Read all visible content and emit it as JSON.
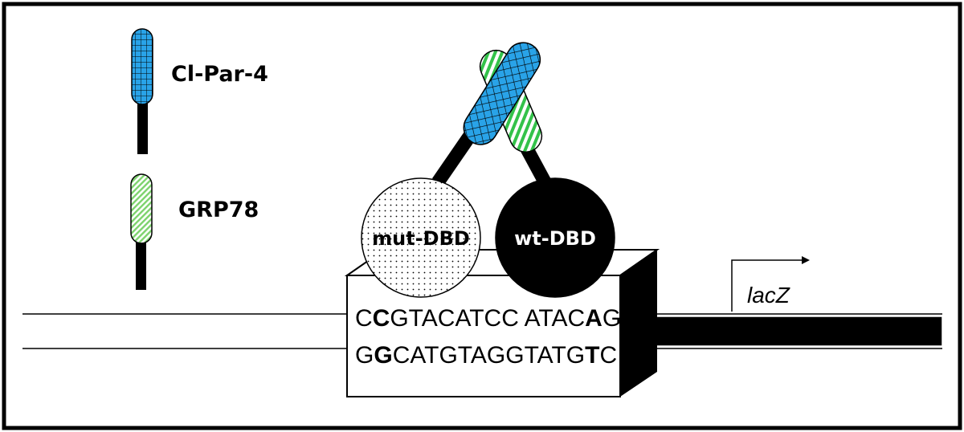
{
  "legend": {
    "items": [
      {
        "label": "Cl-Par-4",
        "pattern": "grid",
        "color": "#29a3e8"
      },
      {
        "label": "GRP78",
        "pattern": "hatch",
        "color": "#7dd36d"
      }
    ]
  },
  "complex": {
    "mut_dbd_label": "mut-DBD",
    "wt_dbd_label": "wt-DBD"
  },
  "dna": {
    "top_strand": [
      {
        "text": "C",
        "bold": false
      },
      {
        "text": "C",
        "bold": true
      },
      {
        "text": "GTACATCC ATAC",
        "bold": false
      },
      {
        "text": "A",
        "bold": true
      },
      {
        "text": "G",
        "bold": false
      }
    ],
    "bottom_strand": [
      {
        "text": "G",
        "bold": false
      },
      {
        "text": "G",
        "bold": true
      },
      {
        "text": "CATGTAGGTATG",
        "bold": false
      },
      {
        "text": "T",
        "bold": true
      },
      {
        "text": "C",
        "bold": false
      }
    ]
  },
  "reporter": {
    "gene_label": "lacZ"
  },
  "colors": {
    "blue": "#29a3e8",
    "green": "#7dd36d",
    "black": "#000000"
  }
}
